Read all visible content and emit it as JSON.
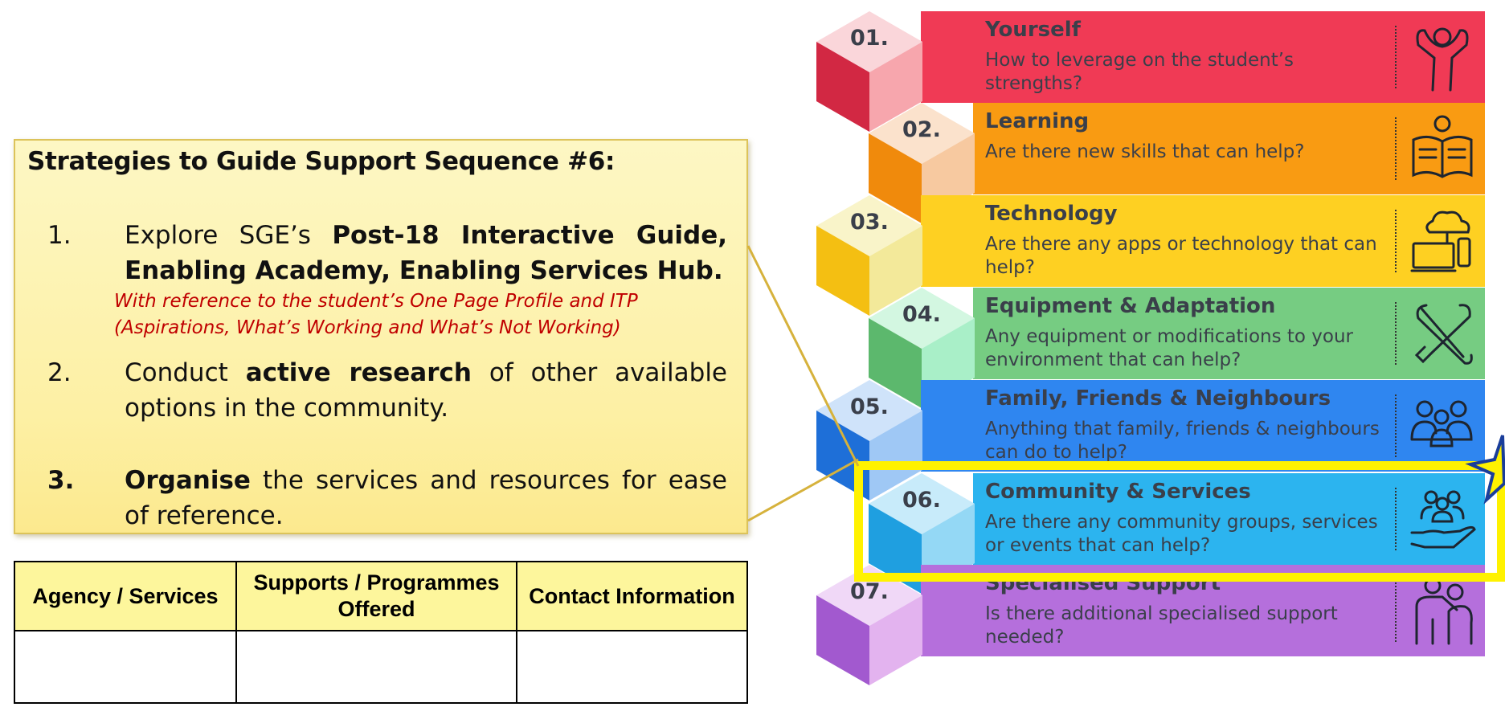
{
  "note": {
    "title": "Strategies to Guide Support Sequence #6:",
    "items": [
      {
        "num": "1.",
        "pre": "Explore SGE’s ",
        "bold": "Post-18 Interactive Guide, Enabling Academy, Enabling Services Hub.",
        "post": ""
      },
      {
        "num": "2.",
        "pre": "Conduct ",
        "bold": "active research",
        "post": " of other available options in the community."
      },
      {
        "num": "3.",
        "pre": "",
        "bold": "Organise",
        "post": " the services and resources for ease of reference."
      }
    ],
    "reference_line1": "With reference to the student’s One Page Profile and ITP",
    "reference_line2": "(Aspirations, What’s Working and What’s Not Working)"
  },
  "table": {
    "headers": [
      "Agency / Services",
      "Supports / Programmes Offered",
      "Contact Information"
    ],
    "rows": [
      [
        "",
        "",
        ""
      ]
    ]
  },
  "steps": [
    {
      "num": "01.",
      "title": "Yourself",
      "desc": "How to leverage on the student’s strengths?",
      "color": "#f03a55",
      "icon": "strength-icon"
    },
    {
      "num": "02.",
      "title": "Learning",
      "desc": "Are there new skills that can help?",
      "color": "#f99b12",
      "icon": "book-lightbulb-icon"
    },
    {
      "num": "03.",
      "title": "Technology",
      "desc": "Are there any apps or technology that can help?",
      "color": "#fed022",
      "icon": "cloud-devices-icon"
    },
    {
      "num": "04.",
      "title": "Equipment & Adaptation",
      "desc": "Any equipment or modifications to your environment that can help?",
      "color": "#76cc82",
      "icon": "tools-icon"
    },
    {
      "num": "05.",
      "title": "Family, Friends & Neighbours",
      "desc": "Anything that family, friends & neighbours can do to help?",
      "color": "#2f86f0",
      "icon": "family-icon"
    },
    {
      "num": "06.",
      "title": "Community & Services",
      "desc": "Are there any community groups, services or events that can help?",
      "color": "#2cb4ef",
      "icon": "community-hand-icon"
    },
    {
      "num": "07.",
      "title": "Specialised Support",
      "desc": "Is there additional specialised support needed?",
      "color": "#b56fdc",
      "icon": "support-person-icon"
    }
  ]
}
